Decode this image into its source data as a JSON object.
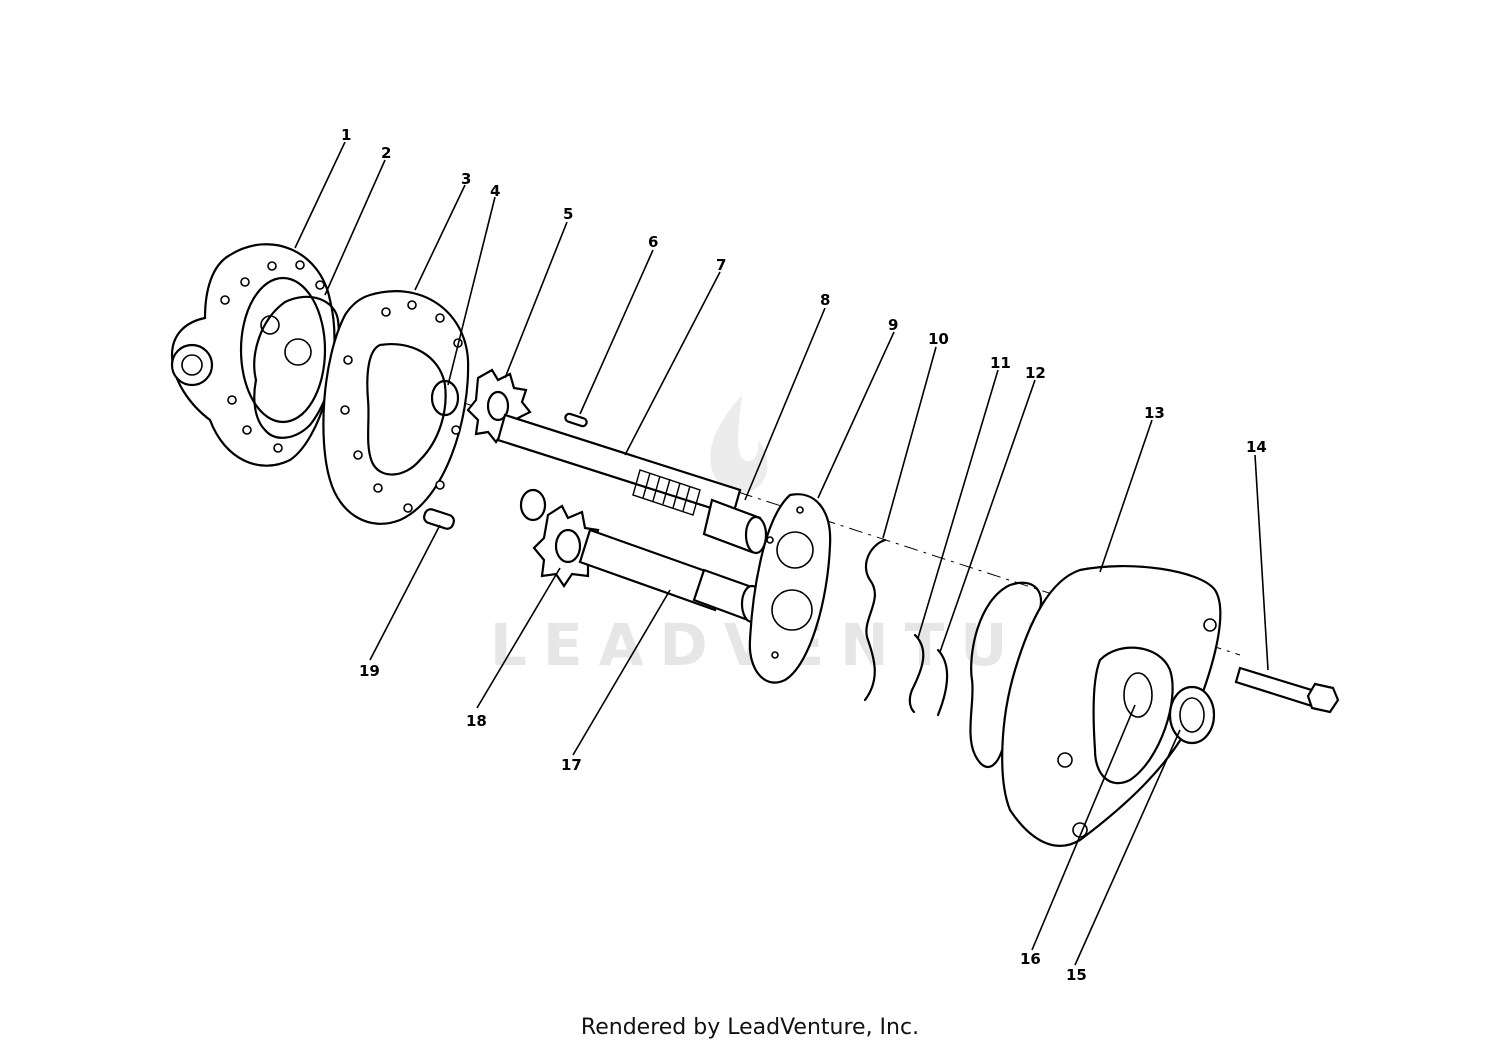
{
  "diagram": {
    "labels": [
      "1",
      "2",
      "3",
      "4",
      "5",
      "6",
      "7",
      "8",
      "9",
      "10",
      "11",
      "12",
      "13",
      "14",
      "15",
      "16",
      "17",
      "18",
      "19"
    ]
  },
  "watermark": "LEADVENTURE",
  "footer": "Rendered by LeadVenture, Inc."
}
